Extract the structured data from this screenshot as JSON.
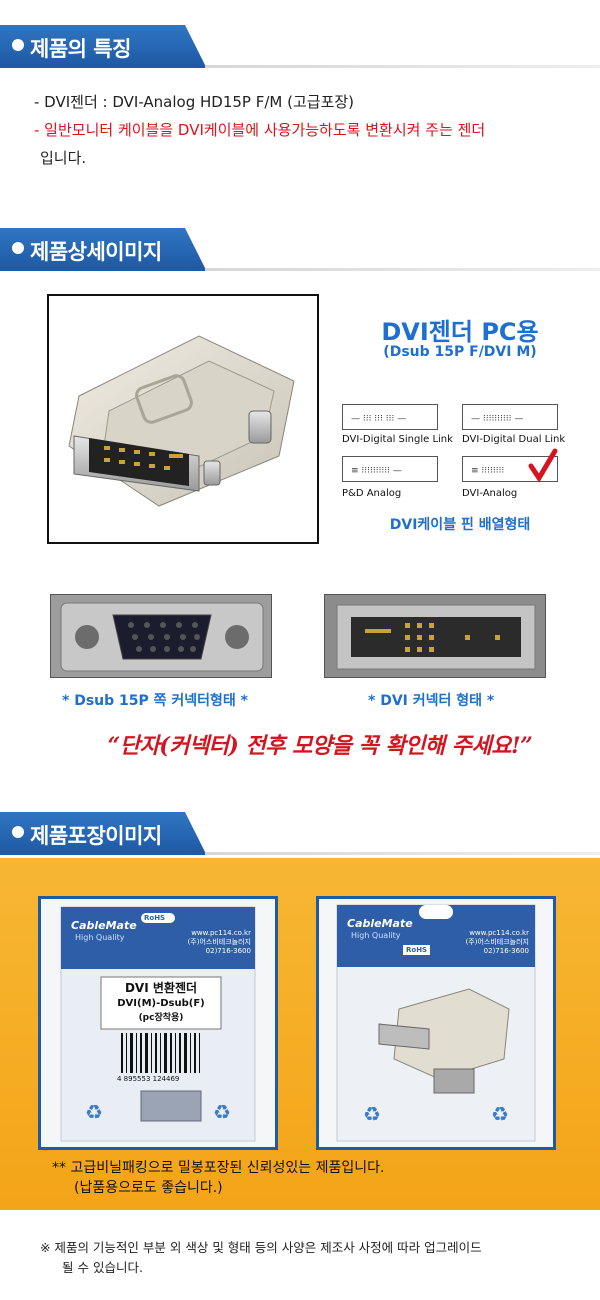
{
  "sections": {
    "features_title": "제품의 특징",
    "detail_title": "제품상세이미지",
    "package_title": "제품포장이미지"
  },
  "features": {
    "line1": "- DVI젠더 : DVI-Analog HD15P F/M (고급포장)",
    "line2": "- 일반모니터 케이블을 DVI케이블에 사용가능하도록 변환시켜 주는 젠더",
    "line3": "입니다."
  },
  "spec": {
    "title": "DVI젠더 PC용",
    "subtitle": "(Dsub 15P F/DVI M)",
    "pins": [
      "DVI-Digital Single Link",
      "DVI-Digital Dual Link",
      "P&D Analog",
      "DVI-Analog"
    ],
    "pin_caption": "DVI케이블 핀 배열형태"
  },
  "connectors": {
    "dsub_caption": "* Dsub 15P 쪽 커넥터형태 *",
    "dvi_caption": "* DVI 커넥터 형태 *"
  },
  "notice_handwritten": "“단자(커넥터) 전후 모양을 꼭 확인해 주세요!”",
  "package": {
    "brand": "CableMate",
    "brand_sub": "High Quality",
    "website": "www.pc114.co.kr",
    "company": "(주)어스비테크놀러지",
    "phone": "02)716-3600",
    "rohs": "RoHS",
    "label_line1": "DVI 변환젠더",
    "label_line2": "DVI(M)-Dsub(F)",
    "label_line3": "(pc장착용)",
    "barcode": "4 895553 124469",
    "note_line1": "** 고급비닐패킹으로 밀봉포장된 신뢰성있는 제품입니다.",
    "note_line2": "(납품용으로도 좋습니다.)"
  },
  "footnote": {
    "line1": "※ 제품의 기능적인 부분 외 색상 및 형태 등의 사양은 제조사 사정에 따라 업그레이드",
    "line2": "될 수 있습니다."
  },
  "colors": {
    "header_blue": "#1f5aa6",
    "accent_blue": "#1f6fd0",
    "warning_red": "#e0121b",
    "package_orange": "#f4a418"
  }
}
